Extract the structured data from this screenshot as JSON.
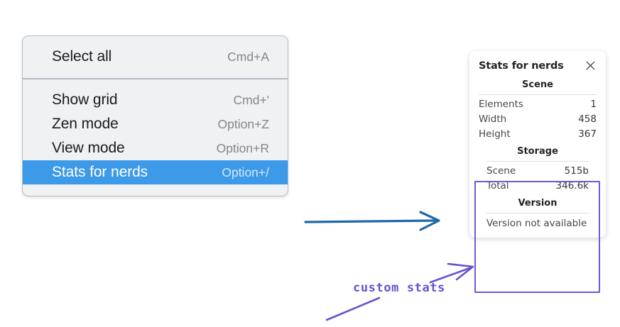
{
  "context_menu": {
    "groups": [
      {
        "items": [
          {
            "label": "Select all",
            "shortcut": "Cmd+A",
            "selected": false
          }
        ]
      },
      {
        "items": [
          {
            "label": "Show grid",
            "shortcut": "Cmd+'",
            "selected": false
          },
          {
            "label": "Zen mode",
            "shortcut": "Option+Z",
            "selected": false
          },
          {
            "label": "View mode",
            "shortcut": "Option+R",
            "selected": false
          },
          {
            "label": "Stats for nerds",
            "shortcut": "Option+/",
            "selected": true
          }
        ]
      }
    ],
    "highlight_color": "#3d9ae9"
  },
  "stats_panel": {
    "title": "Stats for nerds",
    "close_icon": "close-icon",
    "sections": [
      {
        "heading": "Scene",
        "rows": [
          {
            "label": "Elements",
            "value": "1"
          },
          {
            "label": "Width",
            "value": "458"
          },
          {
            "label": "Height",
            "value": "367"
          }
        ]
      },
      {
        "heading": "Storage",
        "rows": [
          {
            "label": "Scene",
            "value": "515b"
          },
          {
            "label": "Total",
            "value": "346.6k"
          }
        ]
      },
      {
        "heading": "Version",
        "note": "Version not available"
      }
    ]
  },
  "annotations": {
    "handwritten_label": "custom stats",
    "handwriting_color": "#6a50d0",
    "highlight_box_color": "#7356d6",
    "flow_arrow_color": "#1f68a8"
  }
}
